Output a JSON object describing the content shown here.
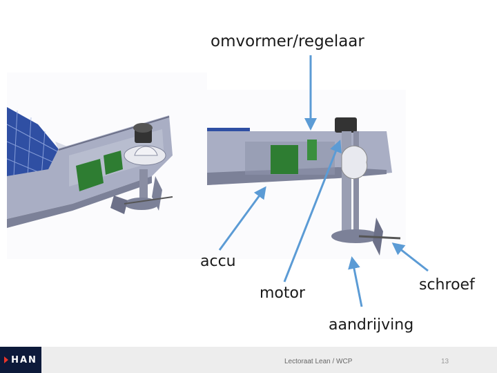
{
  "labels": {
    "omvormer": "omvormer/regelaar",
    "accu": "accu",
    "motor": "motor",
    "schroef": "schroef",
    "aandrijving": "aandrijving"
  },
  "footer": {
    "logo_text": "HAN",
    "center_text": "Lectoraat Lean / WCP",
    "page_number": "13"
  },
  "colors": {
    "arrow": "#5b9bd5",
    "battery": "#2e7d32",
    "hull": "#a9aec4",
    "solar_panel": "#2f4fa3",
    "logo_bg": "#0d1a3a",
    "logo_accent": "#e8352a"
  },
  "icons": {
    "logo_mark": "han-logo-triangle"
  }
}
